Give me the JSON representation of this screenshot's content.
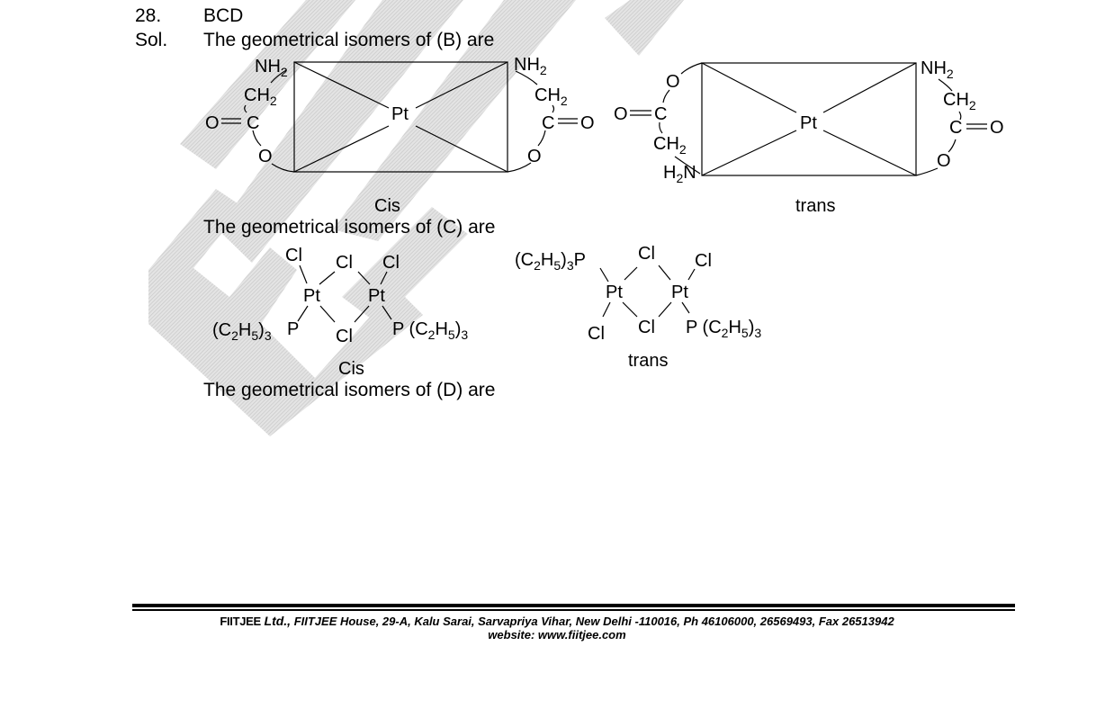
{
  "question": {
    "number": "28.",
    "answer": "BCD"
  },
  "solution": {
    "label": "Sol."
  },
  "sections": {
    "b_heading": "The geometrical isomers of (B) are",
    "c_heading": "The geometrical isomers of (C) are",
    "d_heading": "The geometrical isomers of (D) are"
  },
  "labels": {
    "cis": "Cis",
    "trans": "trans"
  },
  "atoms": {
    "pt": "Pt",
    "cl": "Cl",
    "o": "O",
    "c": "C",
    "p": "P",
    "nh2": "NH2",
    "h2n": "H2N",
    "ch2": "CH2",
    "c2h5_3": "(C2H5)3"
  },
  "footer": {
    "brand": "FIITJEE",
    "ltd": "Ltd.,",
    "address": "FIITJEE House, 29-A, Kalu  Sarai, Sarvapriya Vihar, New Delhi -110016, Ph 46106000, 26569493, Fax 26513942",
    "website": "website: www.fiitjee.com"
  },
  "watermark": {
    "color": "#d9d9d9"
  }
}
